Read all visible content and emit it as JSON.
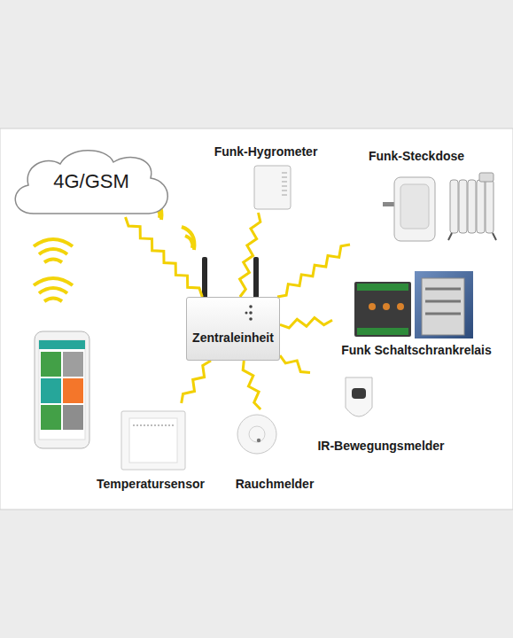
{
  "diagram": {
    "nodes": [
      {
        "text": [
          "Funk-Hygrometer"
        ]
      },
      {
        "text": [
          "Funk-Steckdose"
        ]
      },
      {
        "text": [
          "4G/GSM"
        ]
      },
      {
        "text": [
          "Zentraleinheit"
        ]
      },
      {
        "text": [
          "Funk Schaltschrankrelais"
        ]
      },
      {
        "text": [
          "IR-Bewegungsmelder"
        ]
      },
      {
        "text": [
          "Temperatursensor"
        ]
      },
      {
        "text": [
          "Rauchmelder"
        ]
      }
    ],
    "edges": [
      {
        "from": 3,
        "to": 2,
        "arrow": "none"
      },
      {
        "from": 3,
        "to": 0,
        "arrow": "none"
      },
      {
        "from": 3,
        "to": 1,
        "arrow": "none"
      },
      {
        "from": 3,
        "to": 4,
        "arrow": "none"
      },
      {
        "from": 3,
        "to": 5,
        "arrow": "none"
      },
      {
        "from": 3,
        "to": 7,
        "arrow": "none"
      },
      {
        "from": 3,
        "to": 6,
        "arrow": "none"
      }
    ]
  }
}
